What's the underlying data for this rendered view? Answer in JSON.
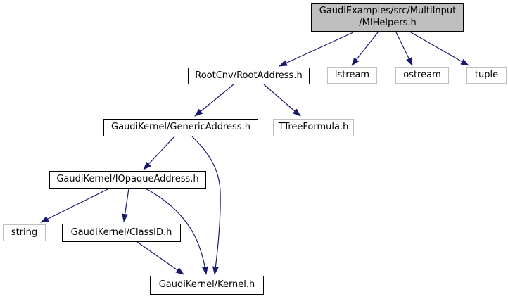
{
  "diagram": {
    "type": "doxygen-include-dependency-graph",
    "colors": {
      "edge": "#191970",
      "main_fill": "#bfbfbf",
      "node_fill": "#ffffff",
      "internal_border": "#000000",
      "external_border": "#bfbfbf",
      "text": "#000000",
      "background": "#ffffff"
    },
    "nodes": {
      "mihelpers": {
        "label": "GaudiExamples/src/MultiInput\n/MIHelpers.h"
      },
      "rootaddress": {
        "label": "RootCnv/RootAddress.h"
      },
      "istream": {
        "label": "istream"
      },
      "ostream": {
        "label": "ostream"
      },
      "tuple": {
        "label": "tuple"
      },
      "genericaddress": {
        "label": "GaudiKernel/GenericAddress.h"
      },
      "ttreeformula": {
        "label": "TTreeFormula.h"
      },
      "iopaqueaddress": {
        "label": "GaudiKernel/IOpaqueAddress.h"
      },
      "string": {
        "label": "string"
      },
      "classid": {
        "label": "GaudiKernel/ClassID.h"
      },
      "kernel": {
        "label": "GaudiKernel/Kernel.h"
      }
    },
    "edges": [
      {
        "from": "GaudiExamples/src/MultiInput/MIHelpers.h",
        "to": "RootCnv/RootAddress.h"
      },
      {
        "from": "GaudiExamples/src/MultiInput/MIHelpers.h",
        "to": "istream"
      },
      {
        "from": "GaudiExamples/src/MultiInput/MIHelpers.h",
        "to": "ostream"
      },
      {
        "from": "GaudiExamples/src/MultiInput/MIHelpers.h",
        "to": "tuple"
      },
      {
        "from": "RootCnv/RootAddress.h",
        "to": "GaudiKernel/GenericAddress.h"
      },
      {
        "from": "RootCnv/RootAddress.h",
        "to": "TTreeFormula.h"
      },
      {
        "from": "GaudiKernel/GenericAddress.h",
        "to": "GaudiKernel/IOpaqueAddress.h"
      },
      {
        "from": "GaudiKernel/GenericAddress.h",
        "to": "GaudiKernel/Kernel.h"
      },
      {
        "from": "GaudiKernel/IOpaqueAddress.h",
        "to": "string"
      },
      {
        "from": "GaudiKernel/IOpaqueAddress.h",
        "to": "GaudiKernel/ClassID.h"
      },
      {
        "from": "GaudiKernel/IOpaqueAddress.h",
        "to": "GaudiKernel/Kernel.h"
      },
      {
        "from": "GaudiKernel/ClassID.h",
        "to": "GaudiKernel/Kernel.h"
      }
    ]
  }
}
